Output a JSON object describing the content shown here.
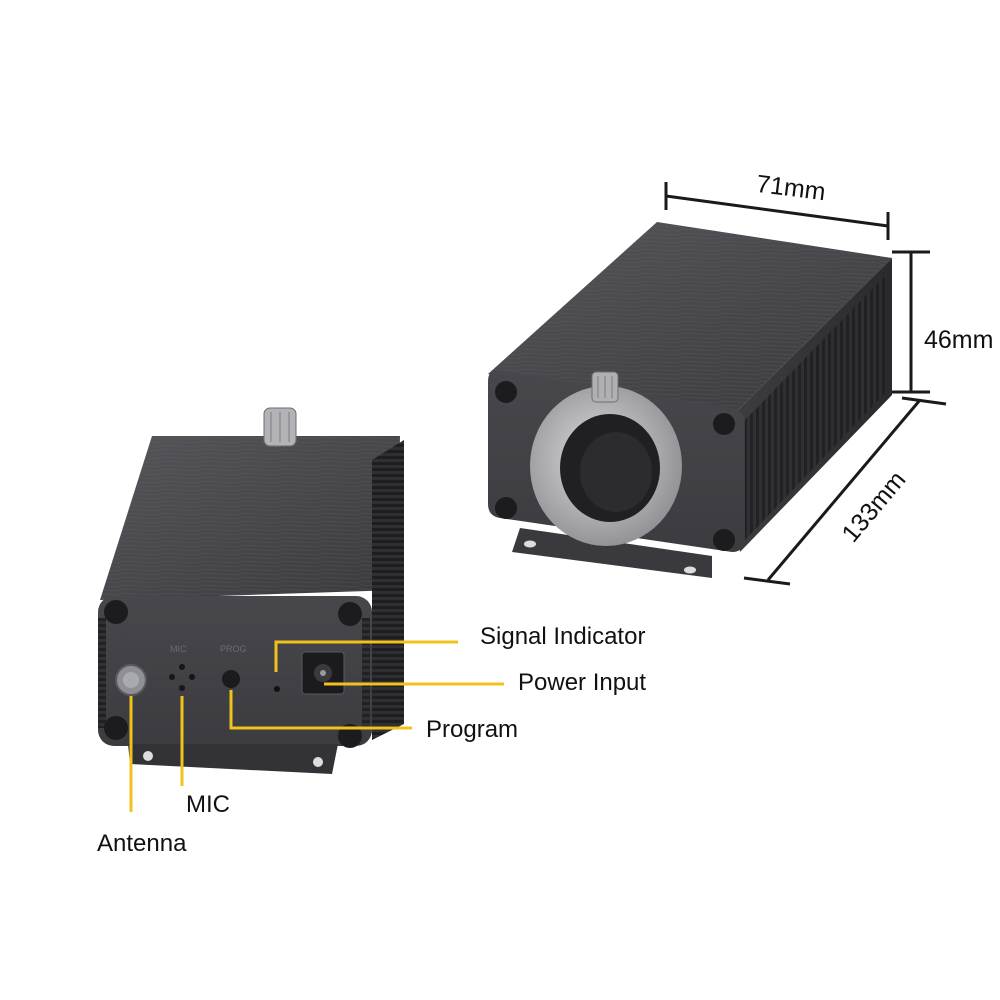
{
  "dimensions": {
    "width": "71mm",
    "height": "46mm",
    "length": "133mm"
  },
  "callouts": {
    "signal_indicator": "Signal Indicator",
    "power_input": "Power Input",
    "program": "Program",
    "mic": "MIC",
    "antenna": "Antenna"
  },
  "panel_print": {
    "mic": "MIC",
    "program": "PROG"
  },
  "colors": {
    "callout_line": "#f2c21c",
    "dimension_line": "#1a1a1a",
    "housing": "#4a4a4f",
    "housing_dark": "#2b2b2f",
    "lens_ring": "#b9b9bc"
  }
}
